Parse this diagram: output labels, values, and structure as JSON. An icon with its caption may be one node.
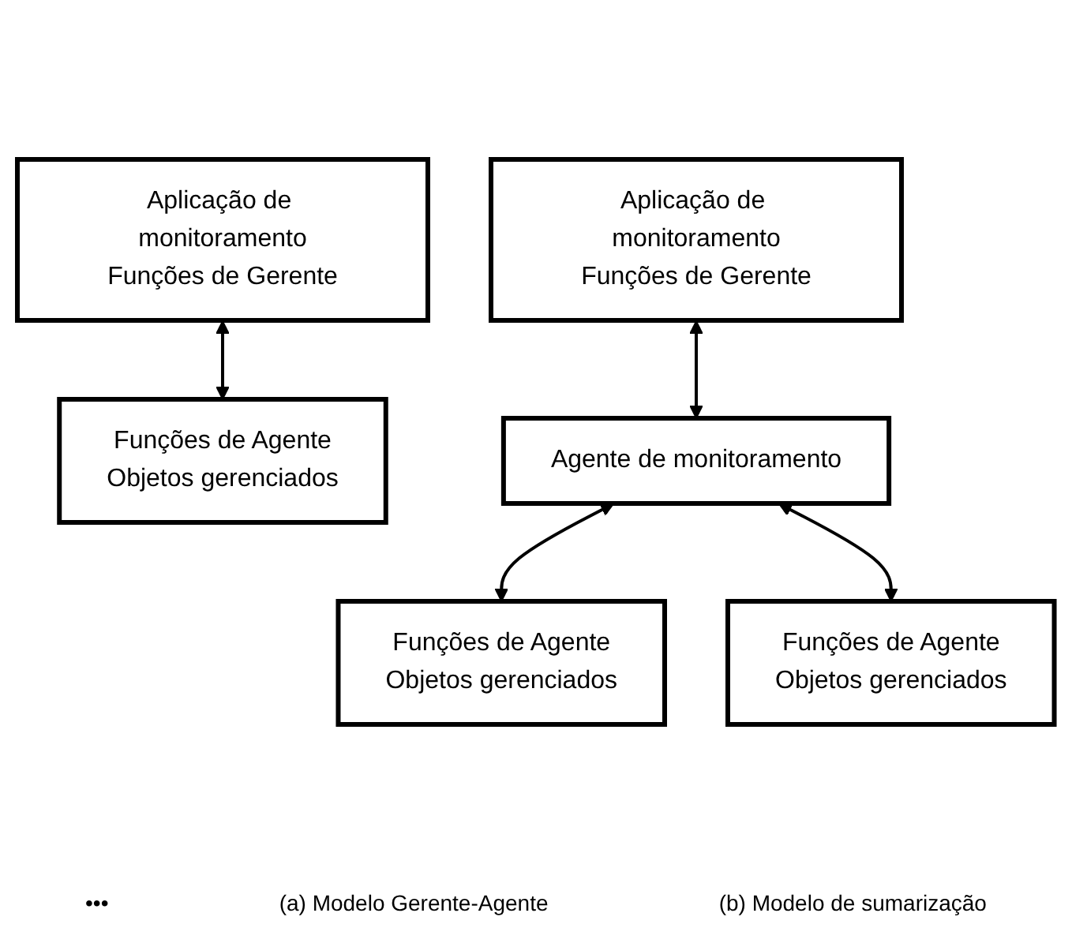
{
  "diagram": {
    "nodes": [
      {
        "text": [
          "Aplicação de monitoramento",
          "Funções de Gerente"
        ]
      },
      {
        "text": [
          "Funções de Agente",
          "Objetos gerenciados"
        ]
      },
      {
        "text": [
          "Aplicação de monitoramento",
          "Funções de Gerente"
        ]
      },
      {
        "text": [
          "Agente de monitoramento"
        ]
      },
      {
        "text": [
          "Funções de Agente",
          "Objetos gerenciados"
        ]
      },
      {
        "text": [
          "Funções de Agente",
          "Objetos gerenciados"
        ]
      }
    ],
    "edges": [
      {
        "from": 0,
        "to": 1,
        "arrow": "both"
      },
      {
        "from": 2,
        "to": 3,
        "arrow": "both"
      },
      {
        "from": 3,
        "to": 4,
        "arrow": "both"
      },
      {
        "from": 3,
        "to": 5,
        "arrow": "both"
      }
    ],
    "labels": [
      "•••",
      "(a) Modelo Gerente-Agente",
      "(b) Modelo de sumarização"
    ]
  }
}
